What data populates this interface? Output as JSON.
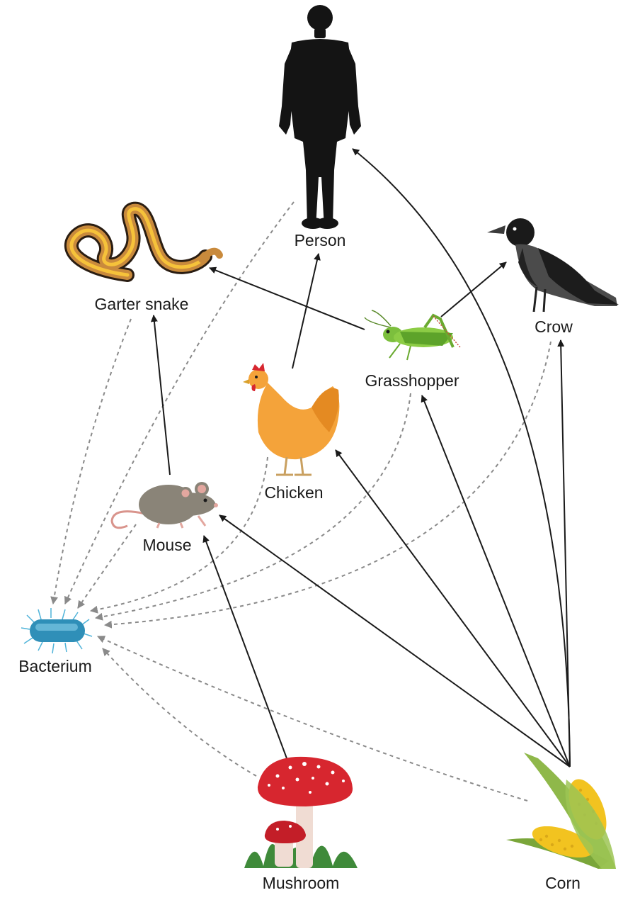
{
  "organisms": {
    "person": "Person",
    "garter_snake": "Garter snake",
    "crow": "Crow",
    "grasshopper": "Grasshopper",
    "chicken": "Chicken",
    "mouse": "Mouse",
    "bacterium": "Bacterium",
    "mushroom": "Mushroom",
    "corn": "Corn"
  },
  "feeding_links": [
    {
      "from": "corn",
      "to": "person"
    },
    {
      "from": "corn",
      "to": "crow"
    },
    {
      "from": "corn",
      "to": "grasshopper"
    },
    {
      "from": "corn",
      "to": "chicken"
    },
    {
      "from": "corn",
      "to": "mouse"
    },
    {
      "from": "mushroom",
      "to": "mouse"
    },
    {
      "from": "mouse",
      "to": "garter_snake"
    },
    {
      "from": "grasshopper",
      "to": "garter_snake"
    },
    {
      "from": "grasshopper",
      "to": "crow"
    },
    {
      "from": "chicken",
      "to": "person"
    }
  ],
  "decomposition_links": [
    {
      "from": "person",
      "to": "bacterium"
    },
    {
      "from": "garter_snake",
      "to": "bacterium"
    },
    {
      "from": "mouse",
      "to": "bacterium"
    },
    {
      "from": "chicken",
      "to": "bacterium"
    },
    {
      "from": "grasshopper",
      "to": "bacterium"
    },
    {
      "from": "crow",
      "to": "bacterium"
    },
    {
      "from": "corn",
      "to": "bacterium"
    },
    {
      "from": "mushroom",
      "to": "bacterium"
    }
  ],
  "colors": {
    "feeding_arrow": "#1a1a1a",
    "decomposition_arrow": "#8a8a8a",
    "corn_yellow": "#f2c320",
    "chicken_orange": "#f4a33a",
    "grasshopper_green": "#7cbf3d",
    "mushroom_red": "#d7262f",
    "bacterium_blue": "#2f8fb8"
  }
}
